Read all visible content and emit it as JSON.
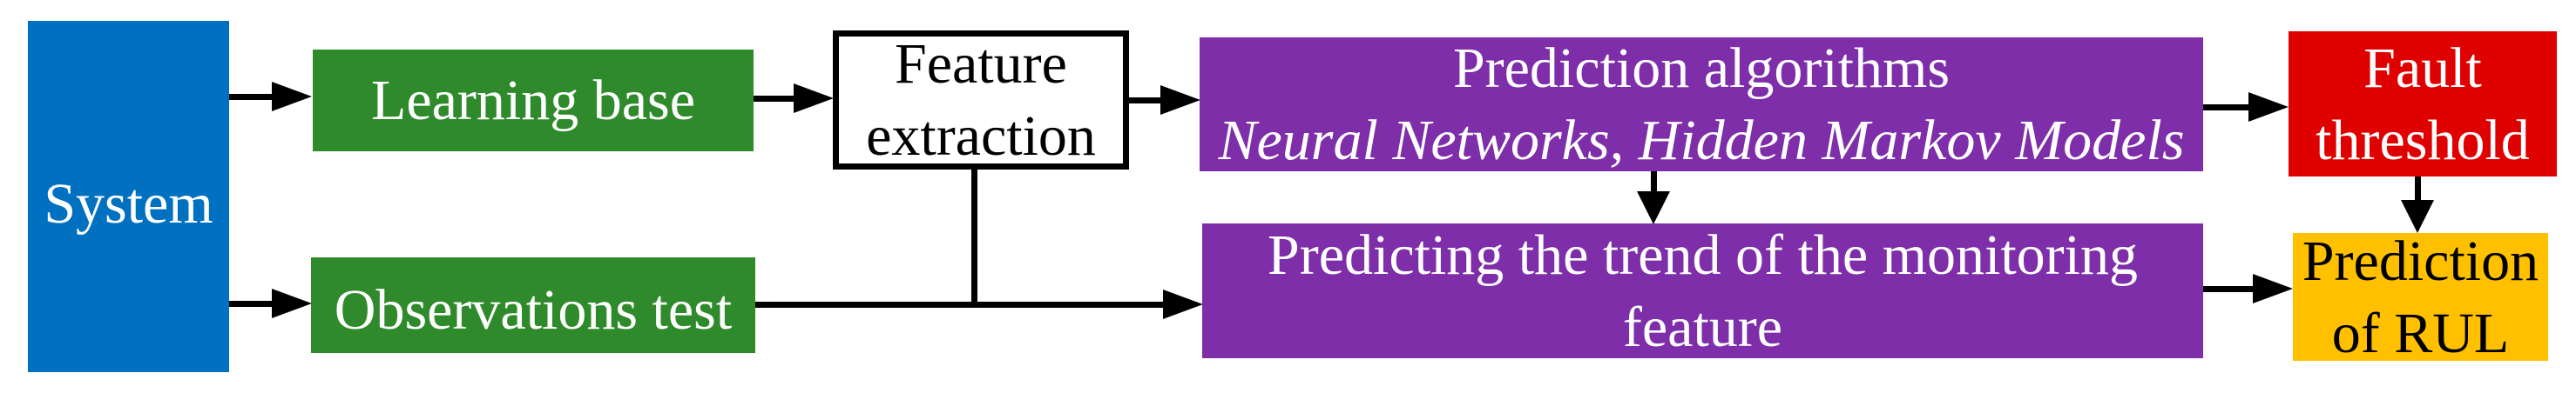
{
  "colors": {
    "background": "#ffffff",
    "arrow_black": "#000000",
    "system_blue": "#0070c0",
    "data_green": "#2f8a2b",
    "process_purple": "#7d2ea8",
    "threshold_red": "#df0000",
    "rul_orange": "#ffc000",
    "feature_box_bg": "#ffffff",
    "light_text": "#ffffff",
    "dark_text": "#000000"
  },
  "nodes": {
    "system": {
      "label": "System"
    },
    "learning_base": {
      "label": "Learning base"
    },
    "observations_test": {
      "label": "Observations test"
    },
    "feature_extraction": {
      "line1": "Feature",
      "line2": "extraction"
    },
    "prediction_algorithms": {
      "line1": "Prediction algorithms",
      "line2": "Neural Networks, Hidden Markov Models"
    },
    "predicting_trend": {
      "line1": "Predicting the trend of the monitoring",
      "line2": "feature"
    },
    "fault_threshold": {
      "line1": "Fault",
      "line2": "threshold"
    },
    "prediction_of_rul": {
      "line1": "Prediction",
      "line2": "of RUL"
    }
  }
}
